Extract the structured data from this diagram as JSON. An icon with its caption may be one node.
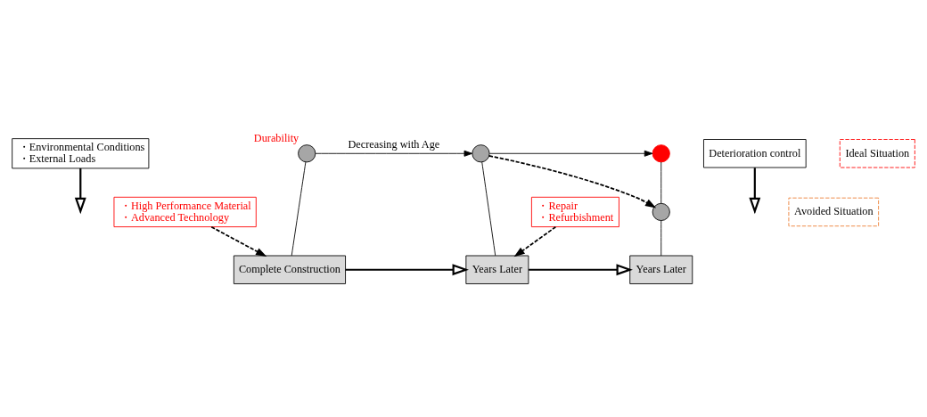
{
  "diagram": {
    "nodes": [
      {
        "text": [
          "・Environmental Conditions",
          "・External Loads"
        ]
      },
      {
        "text": [],
        "shape": "circle",
        "beside": [
          "Durability"
        ]
      },
      {
        "text": [
          "Deterioration control"
        ]
      },
      {
        "text": [],
        "shape": "circle"
      },
      {
        "text": [],
        "shape": "circle"
      },
      {
        "text": [
          "Ideal Situation"
        ]
      },
      {
        "text": [],
        "shape": "circle"
      },
      {
        "text": [
          "Avoided Situation"
        ]
      },
      {
        "text": [
          "Complete Construction"
        ]
      },
      {
        "text": [
          "Years Later"
        ]
      },
      {
        "text": [
          "Years Later"
        ]
      },
      {
        "text": [
          "・High Performance Material",
          "・Advanced Technology"
        ]
      },
      {
        "text": [
          "・Repair",
          "・Refurbishment"
        ]
      }
    ],
    "edges": [
      {
        "from": 0,
        "to": null,
        "arrow": "to"
      },
      {
        "from": 2,
        "to": null,
        "arrow": "to"
      },
      {
        "from": 1,
        "to": 3,
        "arrow": "to",
        "label": "Decreasing with Age"
      },
      {
        "from": 3,
        "to": 4,
        "arrow": "to"
      },
      {
        "from": 3,
        "to": 6,
        "arrow": "to",
        "style": "dashed"
      },
      {
        "from": 1,
        "to": 8,
        "arrow": "none"
      },
      {
        "from": 3,
        "to": 9,
        "arrow": "none"
      },
      {
        "from": 4,
        "to": 6,
        "arrow": "none"
      },
      {
        "from": 6,
        "to": 10,
        "arrow": "none"
      },
      {
        "from": 8,
        "to": 9,
        "arrow": "to"
      },
      {
        "from": 9,
        "to": 10,
        "arrow": "to"
      },
      {
        "from": 11,
        "to": 8,
        "arrow": "to",
        "style": "dashed"
      },
      {
        "from": 12,
        "to": 9,
        "arrow": "to",
        "style": "dashed"
      }
    ]
  }
}
